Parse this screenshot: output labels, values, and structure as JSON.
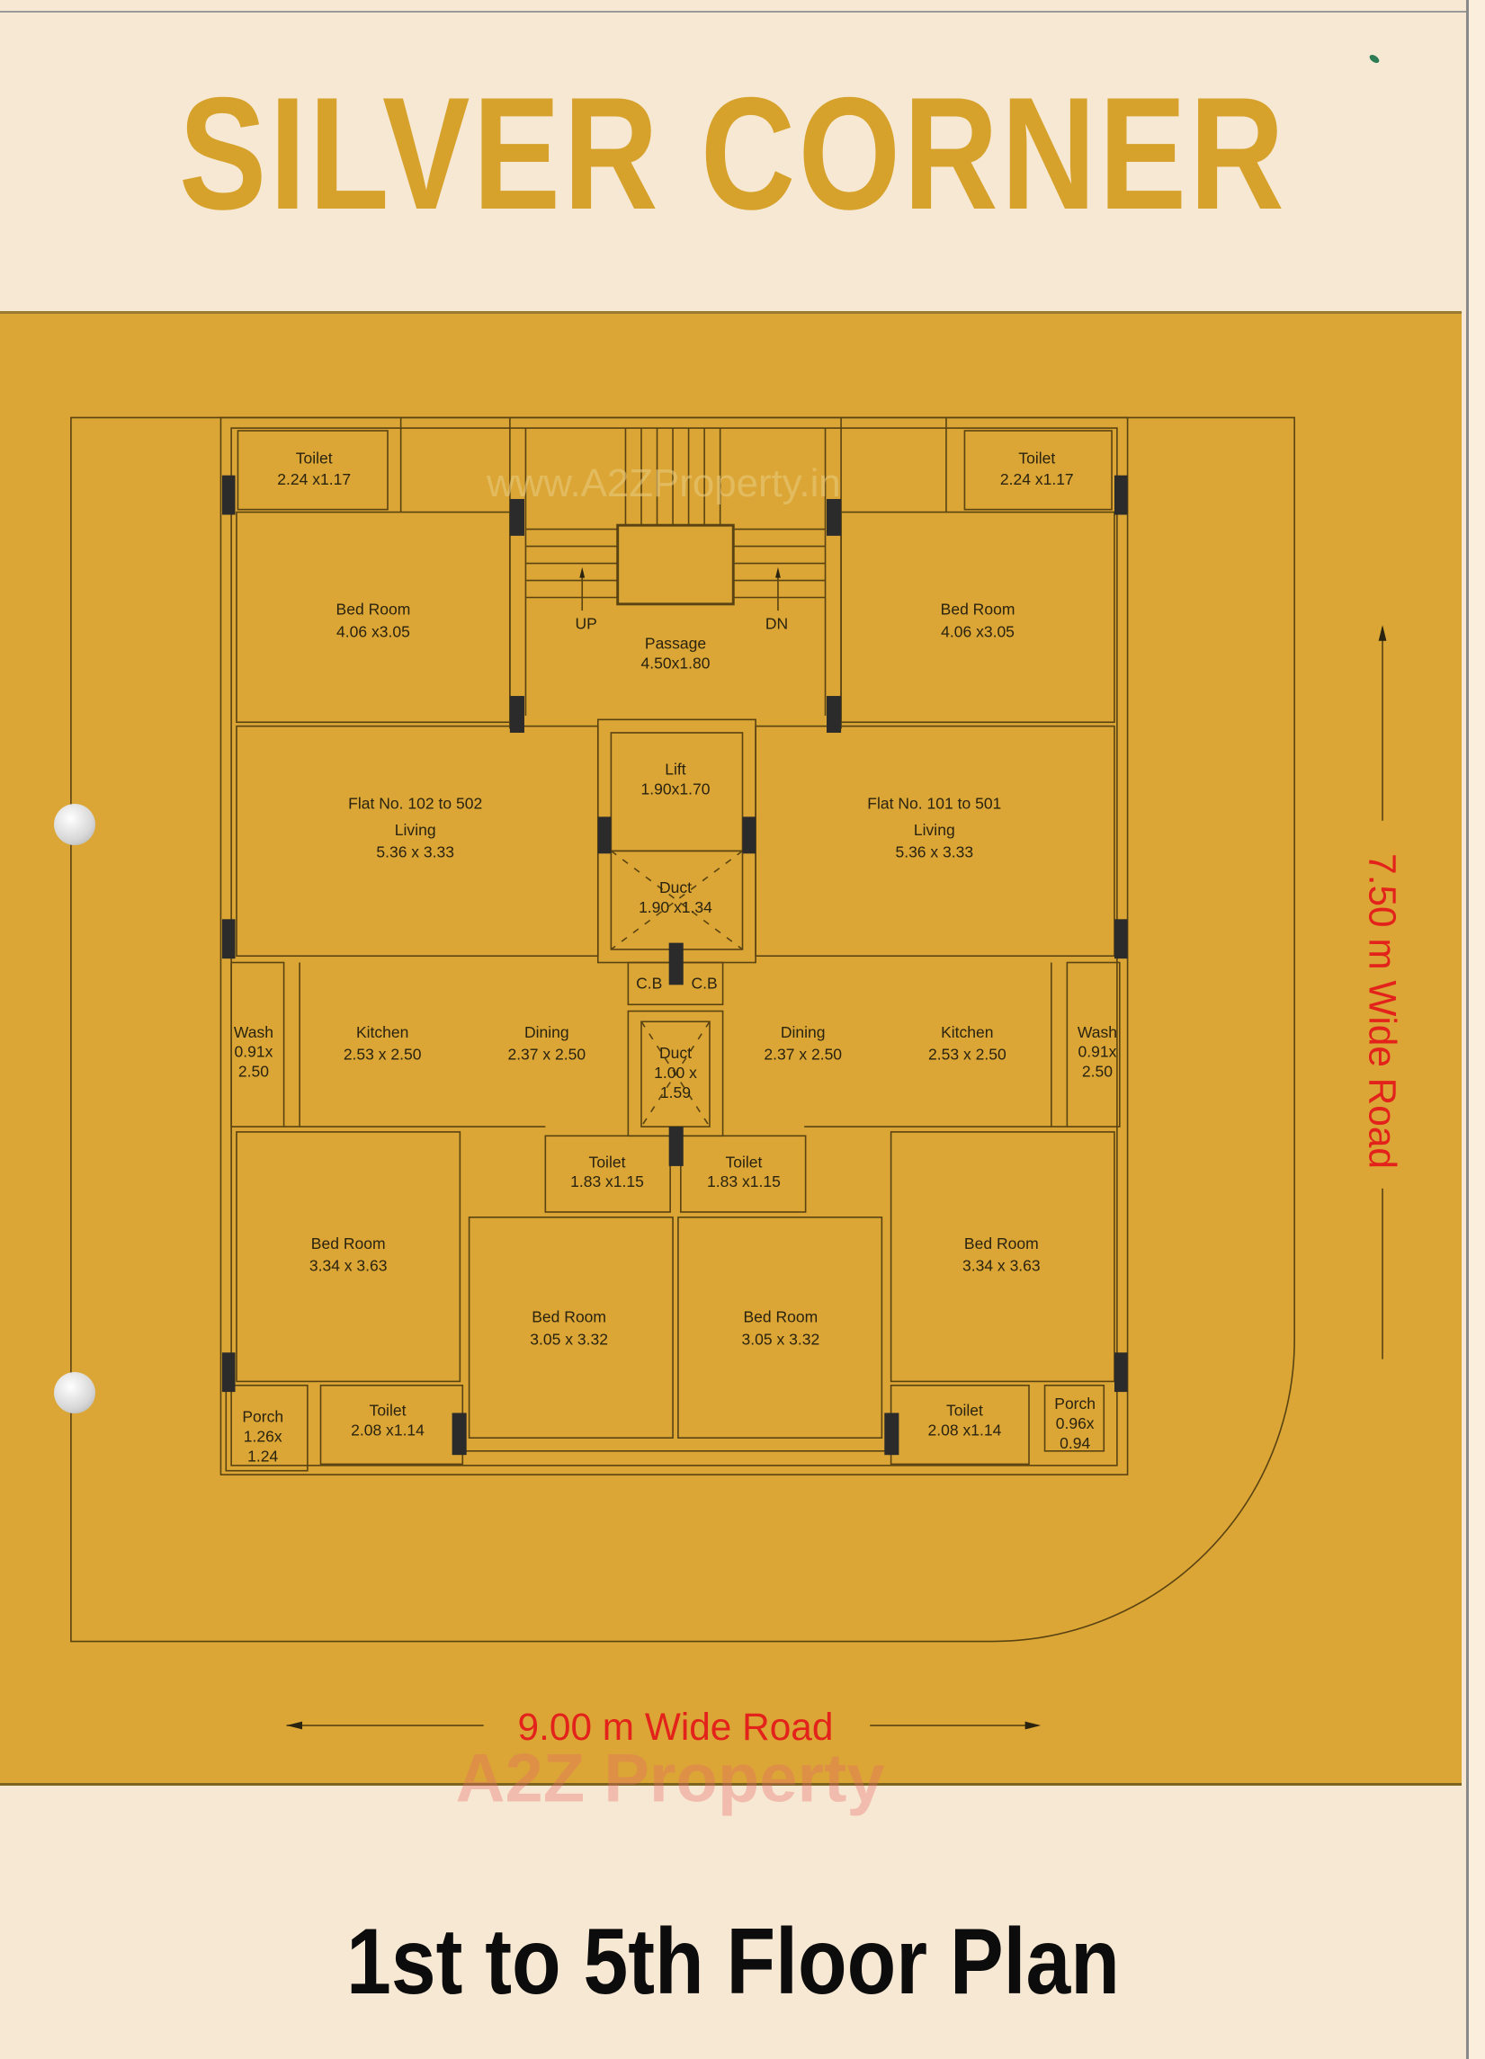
{
  "header": {
    "title": "SILVER CORNER"
  },
  "footer": {
    "subtitle": "1st to 5th Floor Plan"
  },
  "watermarks": {
    "top": "www.A2ZProperty.in",
    "bottom": "A2Z Property"
  },
  "roads": {
    "bottom": "9.00 m Wide Road",
    "right": "7.50 m Wide Road"
  },
  "colors": {
    "title_gold": "#d6a22c",
    "band_gold": "#dba635",
    "page_cream": "#f7e8d3",
    "road_label_red": "#e3221b",
    "column_dark": "#2b2b2b"
  },
  "stair": {
    "up": "UP",
    "dn": "DN"
  },
  "rooms": {
    "toilet_tl": {
      "name": "Toilet",
      "size": "2.24 x1.17"
    },
    "toilet_tr": {
      "name": "Toilet",
      "size": "2.24 x1.17"
    },
    "bed_tl": {
      "name": "Bed Room",
      "size": "4.06 x3.05"
    },
    "bed_tr": {
      "name": "Bed Room",
      "size": "4.06 x3.05"
    },
    "passage": {
      "name": "Passage",
      "size": "4.50x1.80"
    },
    "lift": {
      "name": "Lift",
      "size": "1.90x1.70"
    },
    "duct_top": {
      "name": "Duct",
      "size": "1.90 x1.34"
    },
    "living_left": {
      "flat": "Flat No. 102 to 502",
      "name": "Living",
      "size": "5.36 x 3.33"
    },
    "living_right": {
      "flat": "Flat No. 101 to 501",
      "name": "Living",
      "size": "5.36 x 3.33"
    },
    "cb_left": {
      "name": "C.B"
    },
    "cb_right": {
      "name": "C.B"
    },
    "wash_left": {
      "name": "Wash",
      "size1": "0.91x",
      "size2": "2.50"
    },
    "wash_right": {
      "name": "Wash",
      "size1": "0.91x",
      "size2": "2.50"
    },
    "kitchen_left": {
      "name": "Kitchen",
      "size": "2.53 x 2.50"
    },
    "kitchen_right": {
      "name": "Kitchen",
      "size": "2.53 x 2.50"
    },
    "dining_left": {
      "name": "Dining",
      "size": "2.37 x 2.50"
    },
    "dining_right": {
      "name": "Dining",
      "size": "2.37 x 2.50"
    },
    "duct_mid": {
      "name": "Duct",
      "size1": "1.00 x",
      "size2": "1.59"
    },
    "toilet_cl": {
      "name": "Toilet",
      "size": "1.83 x1.15"
    },
    "toilet_cr": {
      "name": "Toilet",
      "size": "1.83 x1.15"
    },
    "bed_bl": {
      "name": "Bed Room",
      "size": "3.34 x 3.63"
    },
    "bed_br": {
      "name": "Bed Room",
      "size": "3.34 x 3.63"
    },
    "bed_bcl": {
      "name": "Bed Room",
      "size": "3.05  x 3.32"
    },
    "bed_bcr": {
      "name": "Bed Room",
      "size": "3.05  x 3.32"
    },
    "toilet_bl": {
      "name": "Toilet",
      "size": "2.08 x1.14"
    },
    "toilet_br": {
      "name": "Toilet",
      "size": "2.08 x1.14"
    },
    "porch_left": {
      "name": "Porch",
      "size1": "1.26x",
      "size2": "1.24"
    },
    "porch_right": {
      "name": "Porch",
      "size1": "0.96x",
      "size2": "0.94"
    }
  }
}
